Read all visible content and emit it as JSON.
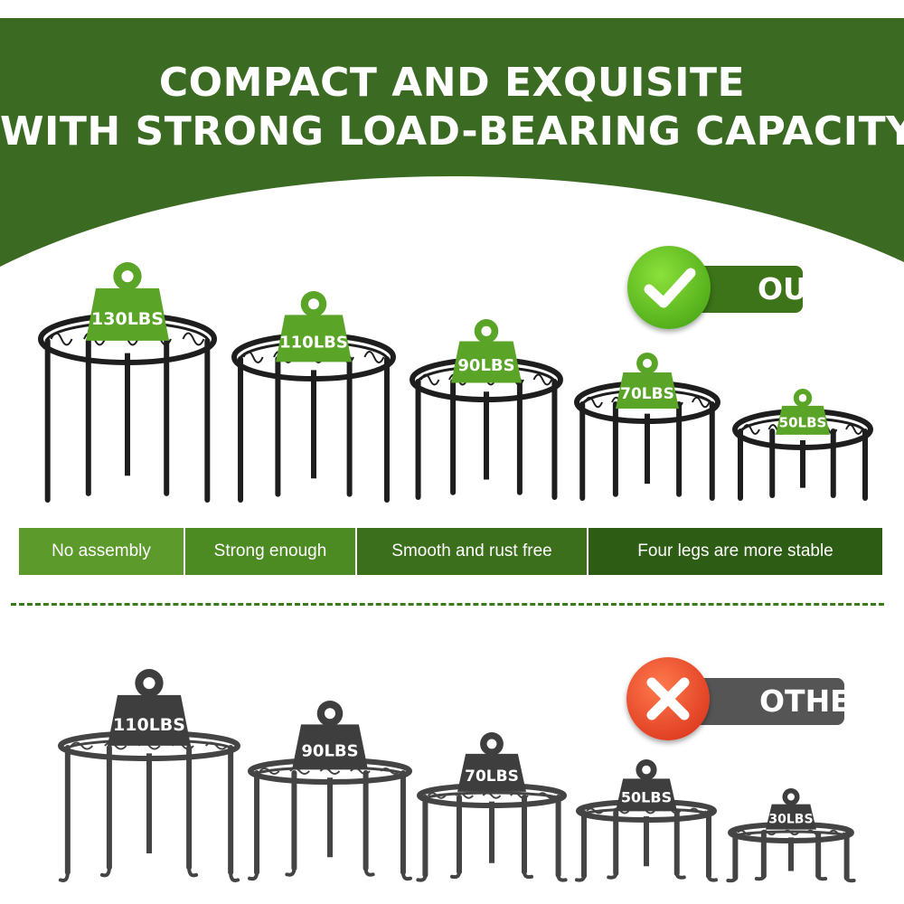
{
  "headline": {
    "line1": "COMPACT AND EXQUISITE",
    "line2": "WITH STRONG LOAD-BEARING CAPACITY"
  },
  "colors": {
    "banner_green": "#3b6a22",
    "weight_green": "#5aa428",
    "weight_gray": "#3e3e3e",
    "ours_badge": "#3d7319",
    "others_badge": "#555555",
    "check_green": "#5cc51b",
    "cross_red": "#e2361c",
    "feature_shades": [
      "#5b9a2b",
      "#4c8a22",
      "#3b6f1b",
      "#2d5c14"
    ]
  },
  "ours": {
    "badge": {
      "label": "OURS",
      "icon": "check-icon"
    },
    "weights": [
      "130LBS",
      "110LBS",
      "90LBS",
      "70LBS",
      "50LBS"
    ]
  },
  "features": [
    "No assembly",
    "Strong enough",
    "Smooth and rust free",
    "Four legs are more stable"
  ],
  "others": {
    "badge": {
      "label": "OTHERS",
      "icon": "cross-icon"
    },
    "weights": [
      "110LBS",
      "90LBS",
      "70LBS",
      "50LBS",
      "30LBS"
    ]
  }
}
